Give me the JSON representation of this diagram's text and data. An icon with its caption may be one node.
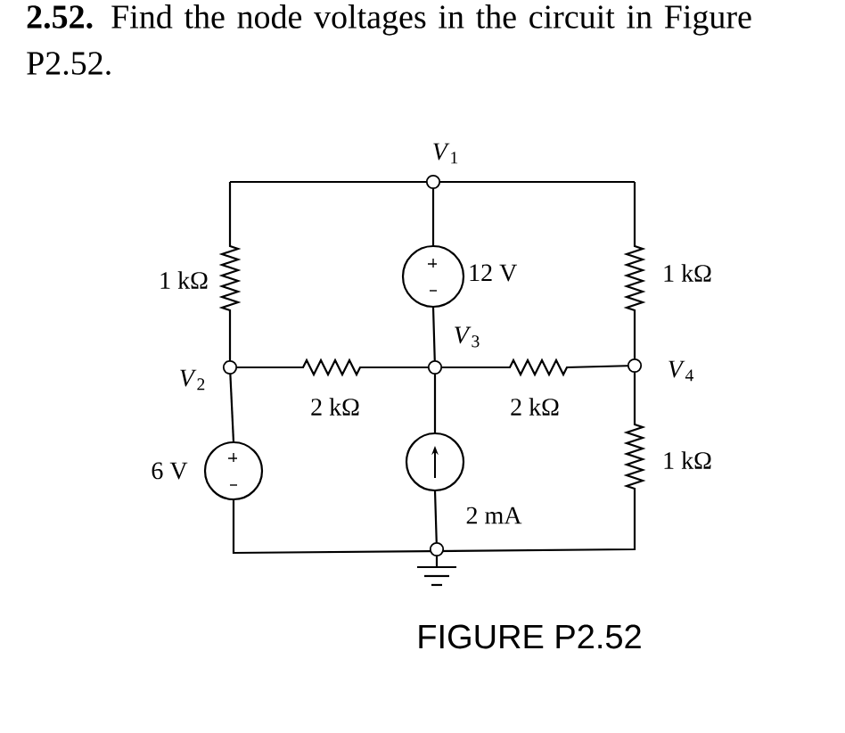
{
  "diagram": {
    "title": "**2.52.** Find the node voltages in the circuit in Figure P2.52.",
    "caption": "FIGURE P2.52",
    "labels": [
      "*V*$_{1}$",
      "1 kΩ",
      "12 V",
      "1 kΩ",
      "*V*$_{3}$",
      "*V*$_{2}$",
      "2 kΩ",
      "2 kΩ",
      "*V*$_{4}$",
      "6 V",
      "1 kΩ",
      "2 mA"
    ]
  }
}
